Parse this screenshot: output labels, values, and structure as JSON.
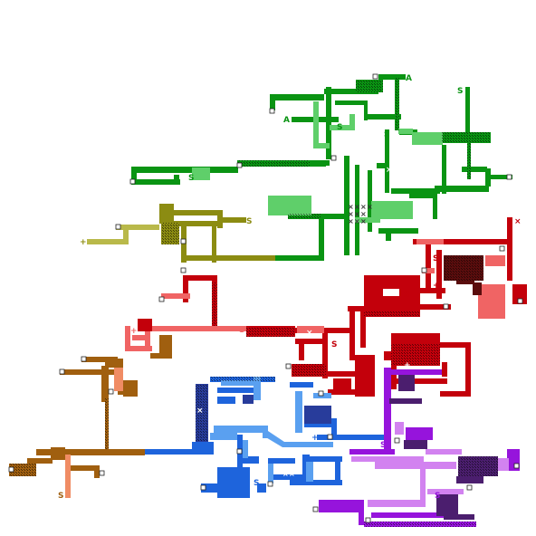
{
  "map": {
    "palette": {
      "green": "#0a9413",
      "light_green": "#5fcf6a",
      "olive": "#8c8c12",
      "light_olive": "#b9b94a",
      "red": "#c3000b",
      "salmon": "#f06464",
      "dark_red": "#5a0d0d",
      "brown": "#a05f0f",
      "peach": "#f08c64",
      "blue": "#1e64dc",
      "light_blue": "#5aa0f0",
      "navy": "#283c9b",
      "purple": "#9614dc",
      "light_purple": "#d282f0",
      "dark_purple": "#4b1e6e"
    },
    "save_marker": "S",
    "boss_marker": "×",
    "item_marker": "+",
    "area_marker": "A",
    "markers": [
      {
        "id": "save-green-top",
        "text": "S"
      },
      {
        "id": "save-green-mid",
        "text": "S"
      },
      {
        "id": "save-green-left",
        "text": "S"
      },
      {
        "id": "save-green-right",
        "text": "S"
      },
      {
        "id": "save-olive",
        "text": "S"
      },
      {
        "id": "save-red-top",
        "text": "S"
      },
      {
        "id": "save-red-mid",
        "text": "S"
      },
      {
        "id": "save-red-salmon",
        "text": "S"
      },
      {
        "id": "save-red-low",
        "text": "S"
      },
      {
        "id": "save-blue",
        "text": "S"
      },
      {
        "id": "save-brown",
        "text": "S"
      },
      {
        "id": "save-purple-a",
        "text": "S"
      },
      {
        "id": "save-purple-b",
        "text": "S"
      },
      {
        "id": "area-top",
        "text": "A"
      },
      {
        "id": "area-left",
        "text": "A"
      }
    ]
  }
}
